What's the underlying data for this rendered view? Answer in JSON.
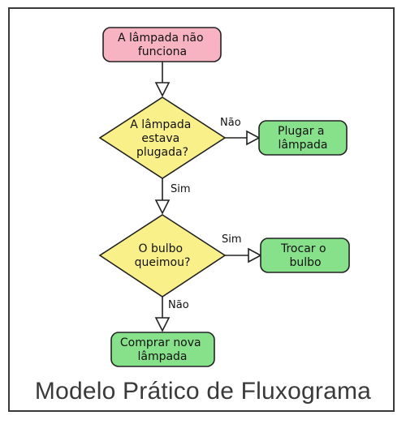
{
  "diagram": {
    "nodes": {
      "start": {
        "lines": [
          "A lâmpada não",
          "funciona"
        ],
        "fill": "#f7b3c2"
      },
      "q1": {
        "lines": [
          "A lâmpada",
          "estava",
          "plugada?"
        ],
        "fill": "#faf08a"
      },
      "a1": {
        "lines": [
          "Plugar a",
          "lâmpada"
        ],
        "fill": "#87e08a"
      },
      "q2": {
        "lines": [
          "O bulbo",
          "queimou?"
        ],
        "fill": "#faf08a"
      },
      "a2": {
        "lines": [
          "Trocar o",
          "bulbo"
        ],
        "fill": "#87e08a"
      },
      "end": {
        "lines": [
          "Comprar nova",
          "lâmpada"
        ],
        "fill": "#87e08a"
      }
    },
    "edge_labels": {
      "q1_no": "Não",
      "q1_yes": "Sim",
      "q2_yes": "Sim",
      "q2_no": "Não"
    }
  },
  "caption": "Modelo Prático de Fluxograma"
}
